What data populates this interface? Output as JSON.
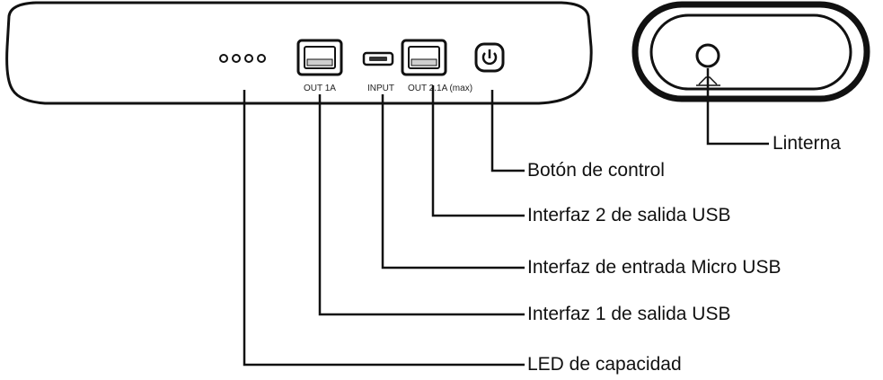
{
  "front_panel": {
    "port_labels": {
      "out_1a": "OUT 1A",
      "input": "INPUT",
      "out_21a": "OUT 2.1A (max)"
    }
  },
  "callouts": {
    "linterna": "Linterna",
    "boton": "Botón de control",
    "usb2": "Interfaz 2 de salida USB",
    "micro": "Interfaz de entrada Micro USB",
    "usb1": "Interfaz 1 de salida USB",
    "led": "LED de capacidad"
  }
}
